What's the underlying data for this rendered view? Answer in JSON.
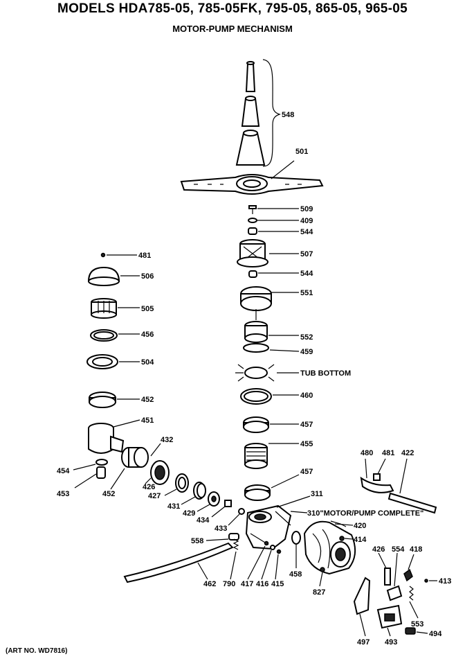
{
  "header": {
    "title": "MODELS HDA785-05, 785-05FK, 795-05, 865-05, 965-05",
    "subtitle": "MOTOR-PUMP MECHANISM"
  },
  "footer": {
    "art_no": "(ART NO. WD7816)"
  },
  "annotations": {
    "tub_bottom": "TUB BOTTOM",
    "motor_pump_complete": "310\"MOTOR/PUMP COMPLETE\""
  },
  "parts": {
    "p548": "548",
    "p501": "501",
    "p509": "509",
    "p409": "409",
    "p544a": "544",
    "p507": "507",
    "p544b": "544",
    "p551": "551",
    "p552": "552",
    "p459": "459",
    "p460": "460",
    "p457a": "457",
    "p455": "455",
    "p457b": "457",
    "p311": "311",
    "p481a": "481",
    "p506": "506",
    "p505": "505",
    "p456": "456",
    "p504": "504",
    "p452a": "452",
    "p451": "451",
    "p454": "454",
    "p453": "453",
    "p452b": "452",
    "p426a": "426",
    "p432": "432",
    "p427": "427",
    "p431": "431",
    "p429": "429",
    "p434": "434",
    "p433": "433",
    "p558": "558",
    "p462": "462",
    "p790": "790",
    "p417": "417",
    "p416": "416",
    "p415": "415",
    "p458": "458",
    "p827": "827",
    "p420": "420",
    "p414": "414",
    "p480": "480",
    "p481b": "481",
    "p422": "422",
    "p426b": "426",
    "p554": "554",
    "p418": "418",
    "p413": "413",
    "p553": "553",
    "p497": "497",
    "p493": "493",
    "p494": "494"
  }
}
